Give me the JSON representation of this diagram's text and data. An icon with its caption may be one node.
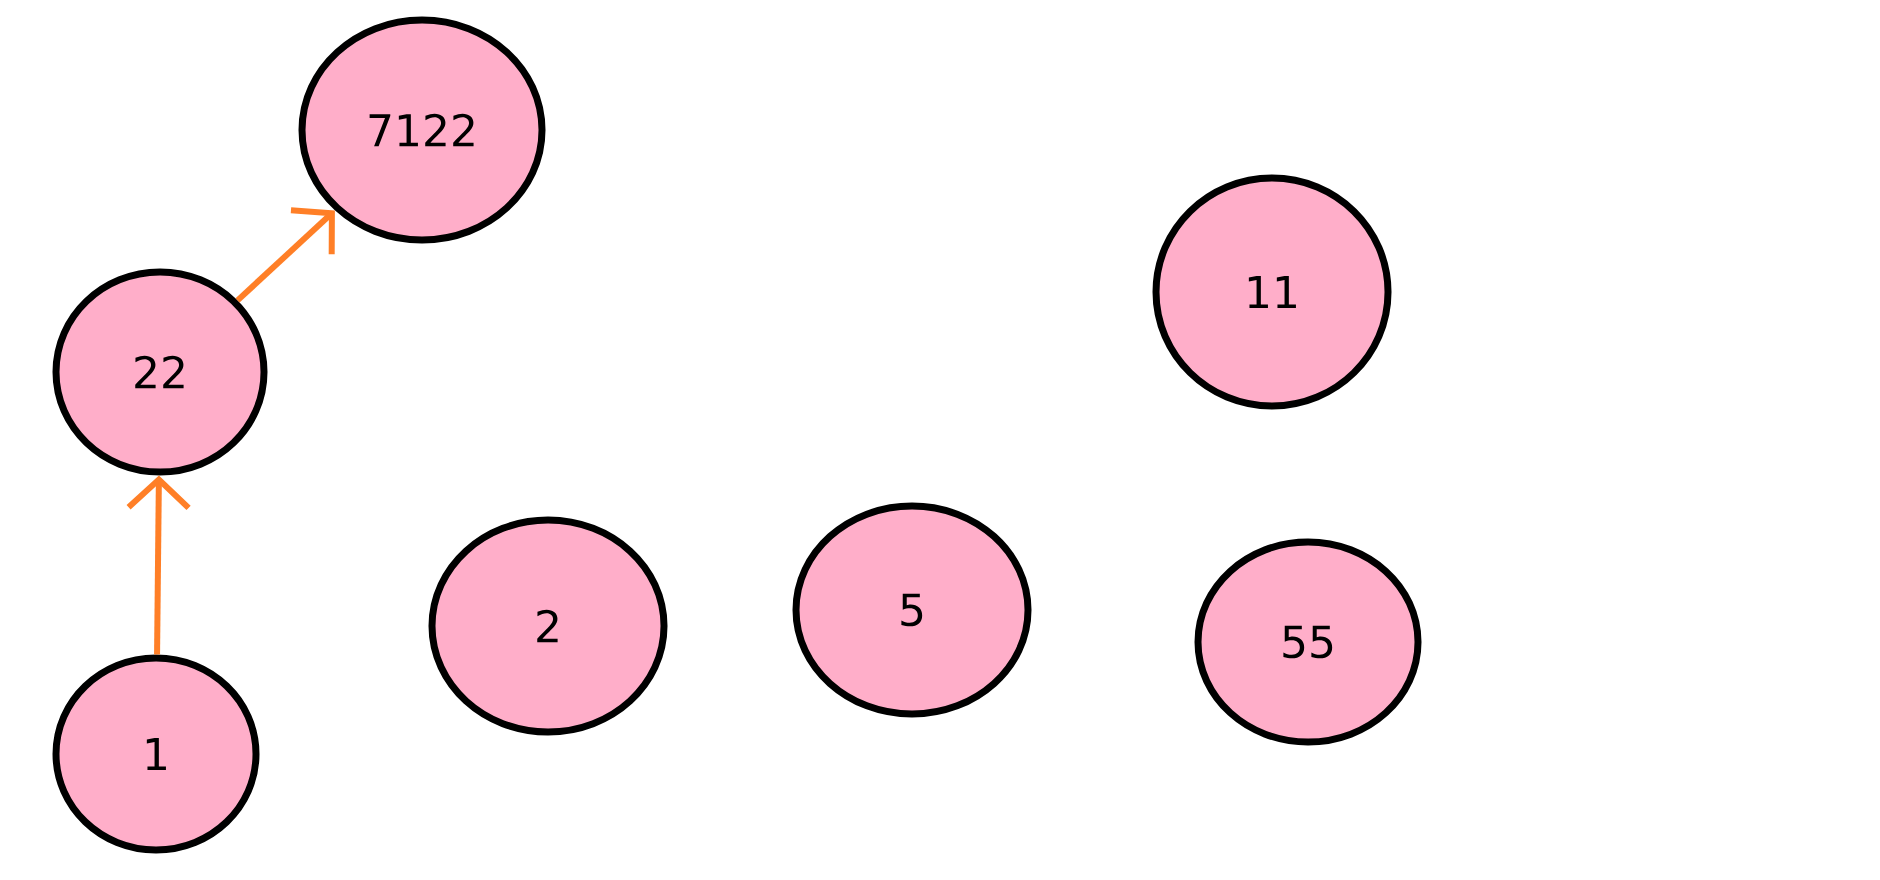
{
  "diagram": {
    "nodes": [
      {
        "text": [
          "7122"
        ]
      },
      {
        "text": [
          "22"
        ]
      },
      {
        "text": [
          "2"
        ]
      },
      {
        "text": [
          "5"
        ]
      },
      {
        "text": [
          "11"
        ]
      },
      {
        "text": [
          "55"
        ]
      },
      {
        "text": [
          "1"
        ]
      }
    ],
    "edges": [
      {
        "from": 6,
        "to": 1,
        "arrow": "to"
      },
      {
        "from": 1,
        "to": 0,
        "arrow": "to"
      }
    ]
  }
}
